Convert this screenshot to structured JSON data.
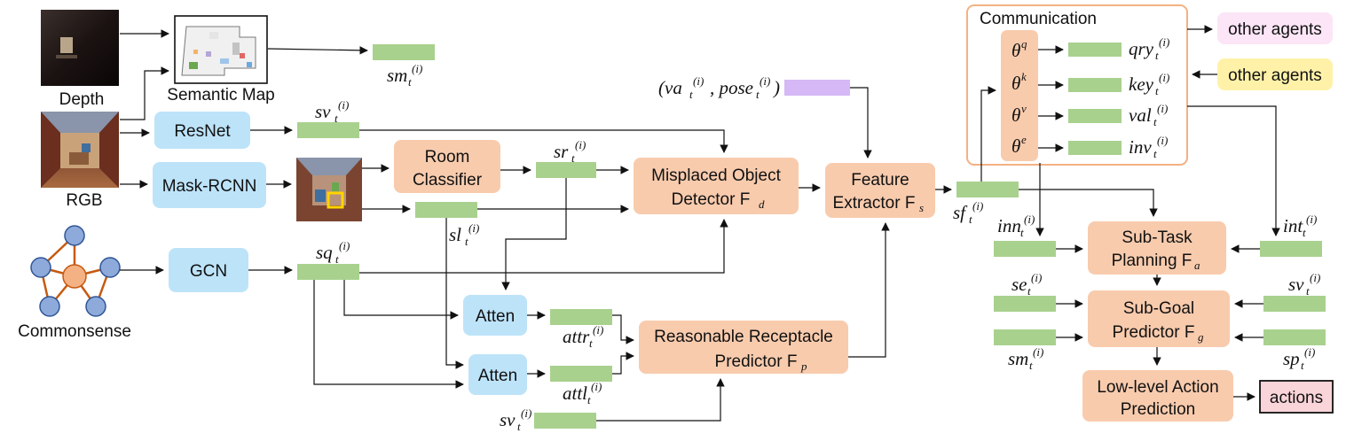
{
  "inputs": {
    "depth_label": "Depth",
    "semantic_map_label": "Semantic Map",
    "rgb_label": "RGB",
    "commonsense_label": "Commonsense"
  },
  "modules": {
    "resnet": "ResNet",
    "mask_rcnn": "Mask-RCNN",
    "gcn": "GCN",
    "atten_1": "Atten",
    "atten_2": "Atten",
    "room_classifier_line1": "Room",
    "room_classifier_line2": "Classifier",
    "misplaced_line1": "Misplaced Object",
    "misplaced_line2": "Detector F",
    "misplaced_sub": "d",
    "feature_line1": "Feature",
    "feature_line2": "Extractor F",
    "feature_sub": "s",
    "receptacle_line1": "Reasonable Receptacle",
    "receptacle_line2": "Predictor F",
    "receptacle_sub": "p",
    "subtask_line1": "Sub-Task",
    "subtask_line2": "Planning F",
    "subtask_sub": "a",
    "subgoal_line1": "Sub-Goal",
    "subgoal_line2": "Predictor F",
    "subgoal_sub": "g",
    "lowlevel_line1": "Low-level Action",
    "lowlevel_line2": "Prediction",
    "actions": "actions"
  },
  "communication": {
    "title": "Communication",
    "theta_q": "θ",
    "theta_q_sup": "q",
    "theta_k": "θ",
    "theta_k_sup": "k",
    "theta_v": "θ",
    "theta_v_sup": "v",
    "theta_e": "θ",
    "theta_e_sup": "e",
    "out_agents": "other agents",
    "in_agents": "other agents"
  },
  "features": {
    "sm": "sm",
    "sv": "sv",
    "sr": "sr",
    "sl": "sl",
    "sq": "sq",
    "attr": "attr",
    "attl": "attl",
    "sf": "sf",
    "qry": "qry",
    "key": "key",
    "val": "val",
    "inv": "inv",
    "inn": "inn",
    "int": "int",
    "se": "se",
    "sp": "sp",
    "va_pose_open": "(va",
    "va_pose_mid": ", pose",
    "va_pose_close": ")",
    "sub_t": "t",
    "sup_i": "(i)"
  },
  "colors": {
    "feature_green": "#a9d18e",
    "module_blue": "#bde3f9",
    "module_orange": "#f8cbad",
    "comm_border": "#f4b183",
    "theta_fill": "#f8cbad",
    "agents_out_fill": "#fbe5f6",
    "agents_in_fill": "#fff2a8",
    "actions_fill": "#f9d4d8",
    "purple_feature": "#d5b8f5",
    "graph_node_blue": "#8eaadb",
    "graph_node_orange": "#f4b183",
    "graph_edge": "#c55a11"
  }
}
